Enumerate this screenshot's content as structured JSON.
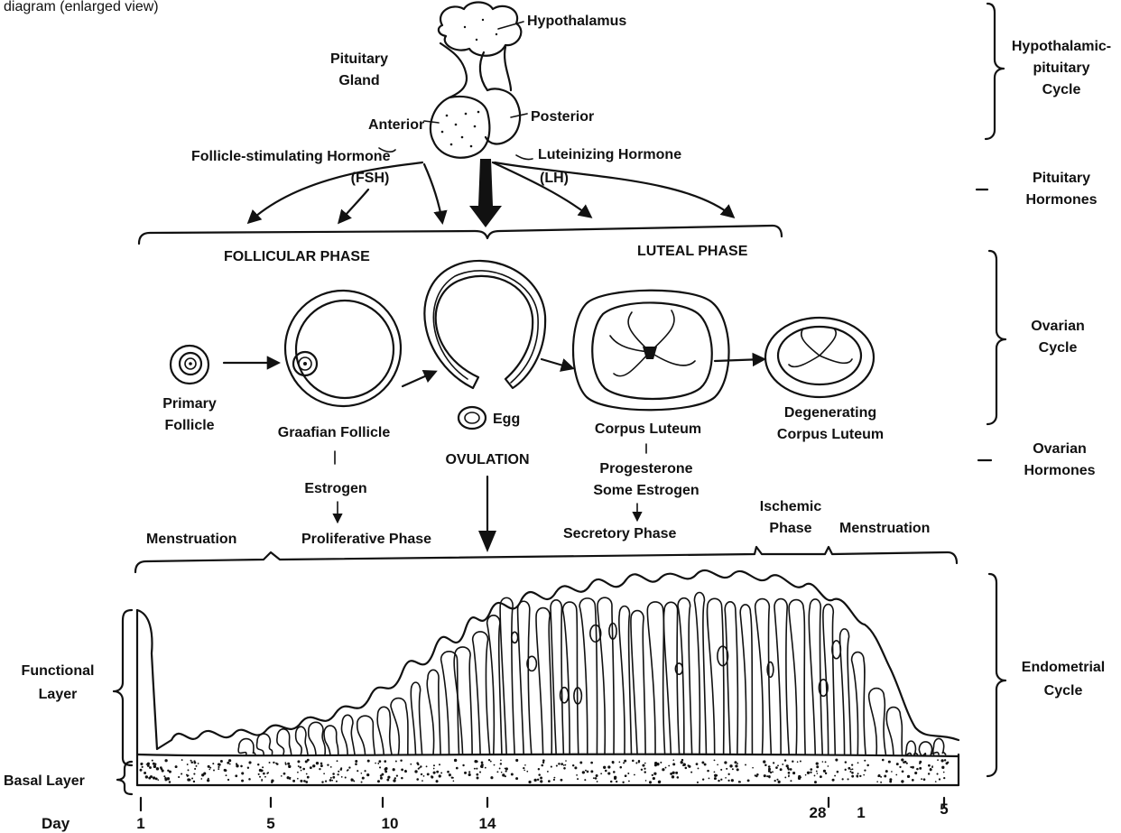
{
  "header_text": "diagram (enlarged view)",
  "top": {
    "hypothalamus": "Hypothalamus",
    "pituitary_line1": "Pituitary",
    "pituitary_line2": "Gland",
    "anterior": "Anterior",
    "posterior": "Posterior",
    "fsh_line1": "Follicle-stimulating Hormone",
    "fsh_line2": "(FSH)",
    "lh_line1": "Luteinizing Hormone",
    "lh_line2": "(LH)"
  },
  "phases": {
    "follicular": "FOLLICULAR PHASE",
    "luteal": "LUTEAL PHASE"
  },
  "ovary": {
    "primary_line1": "Primary",
    "primary_line2": "Follicle",
    "graafian": "Graafian Follicle",
    "egg": "Egg",
    "ovulation": "OVULATION",
    "corpus_luteum": "Corpus Luteum",
    "degenerating_line1": "Degenerating",
    "degenerating_line2": "Corpus Luteum"
  },
  "hormones": {
    "estrogen": "Estrogen",
    "progesterone": "Progesterone",
    "some_estrogen": "Some Estrogen"
  },
  "endometrium": {
    "menstruation": "Menstruation",
    "proliferative": "Proliferative Phase",
    "secretory": "Secretory Phase",
    "ischemic_line1": "Ischemic",
    "ischemic_line2": "Phase",
    "menstruation2": "Menstruation",
    "functional_line1": "Functional",
    "functional_line2": "Layer",
    "basal": "Basal Layer"
  },
  "day_axis": {
    "label": "Day",
    "ticks": [
      "1",
      "5",
      "10",
      "14",
      "28",
      "1",
      "5"
    ]
  },
  "right_labels": {
    "hp_line1": "Hypothalamic-",
    "hp_line2": "pituitary",
    "hp_line3": "Cycle",
    "ph_line1": "Pituitary",
    "ph_line2": "Hormones",
    "oc_line1": "Ovarian",
    "oc_line2": "Cycle",
    "oh_line1": "Ovarian",
    "oh_line2": "Hormones",
    "ec_line1": "Endometrial",
    "ec_line2": "Cycle"
  }
}
